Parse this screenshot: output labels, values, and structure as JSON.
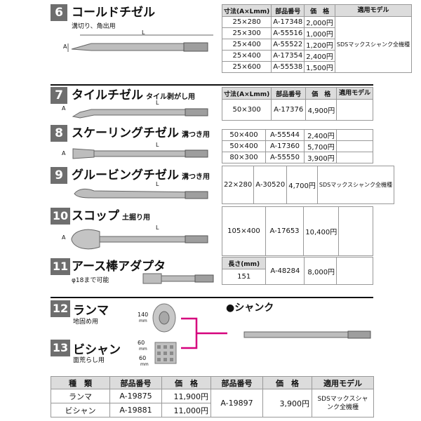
{
  "colors": {
    "number_bg": "#6e6e6e",
    "header_bg": "#dcdcdc",
    "accent_line": "#d6007d"
  },
  "s6": {
    "num": "6",
    "title": "コールドチゼル",
    "note": "溝切り、角出用",
    "headers": [
      "寸法(A×Lmm)",
      "部品番号",
      "価　格",
      "適用モデル"
    ],
    "rows": [
      {
        "size": "25×280",
        "part": "A-17348",
        "price": "2,000円"
      },
      {
        "size": "25×300",
        "part": "A-55516",
        "price": "1,000円"
      },
      {
        "size": "25×400",
        "part": "A-55522",
        "price": "1,200円"
      },
      {
        "size": "25×400",
        "part": "A-17354",
        "price": "2,400円"
      },
      {
        "size": "25×600",
        "part": "A-55538",
        "price": "1,500円"
      }
    ],
    "model": "SDSマックスシャンク全機種",
    "dim_a": "A",
    "dim_l": "L"
  },
  "s7": {
    "num": "7",
    "title": "タイルチゼル",
    "sub": "タイル剥がし用",
    "headers": [
      "寸法(A×Lmm)",
      "部品番号",
      "価　格",
      "適用モデル"
    ],
    "rows": [
      {
        "size": "50×300",
        "part": "A-17376",
        "price": "4,900円"
      }
    ],
    "dim_a": "A",
    "dim_l": "L"
  },
  "s8": {
    "num": "8",
    "title": "スケーリングチゼル",
    "sub": "溝つき用",
    "rows": [
      {
        "size": "50×400",
        "part": "A-55544",
        "price": "2,400円"
      },
      {
        "size": "50×400",
        "part": "A-17360",
        "price": "5,700円"
      },
      {
        "size": "80×300",
        "part": "A-55550",
        "price": "3,900円"
      }
    ],
    "dim_a": "A",
    "dim_l": "L"
  },
  "s9": {
    "num": "9",
    "title": "グルービングチゼル",
    "sub": "溝つき用",
    "rows": [
      {
        "size": "22×280",
        "part": "A-30520",
        "price": "4,700円"
      }
    ],
    "model": "SDSマックスシャンク全機種",
    "dim_l": "L"
  },
  "s10": {
    "num": "10",
    "title": "スコップ",
    "sub": "土掘り用",
    "rows": [
      {
        "size": "105×400",
        "part": "A-17653",
        "price": "10,400円"
      }
    ],
    "dim_a": "A",
    "dim_l": "L"
  },
  "s11": {
    "num": "11",
    "title": "アース棒アダプタ",
    "note": "φ18まで可能",
    "header": "長さ(mm)",
    "length": "151",
    "part": "A-48284",
    "price": "8,000円"
  },
  "s12": {
    "num": "12",
    "title": "ランマ",
    "note": "地固め用",
    "dim1": "140",
    "unit": "mm"
  },
  "s13": {
    "num": "13",
    "title": "ビシャン",
    "note": "面荒らし用",
    "dim1": "60",
    "dim2": "60",
    "unit": "mm"
  },
  "shank": {
    "title": "●シャンク"
  },
  "bottom": {
    "headers": [
      "種　類",
      "部品番号",
      "価　格",
      "部品番号",
      "価　格",
      "適用モデル"
    ],
    "rows": [
      {
        "type": "ランマ",
        "part": "A-19875",
        "price": "11,900円"
      },
      {
        "type": "ビシャン",
        "part": "A-19881",
        "price": "11,000円"
      }
    ],
    "shank_part": "A-19897",
    "shank_price": "3,900円",
    "model": "SDSマックスシャンク全機種"
  }
}
